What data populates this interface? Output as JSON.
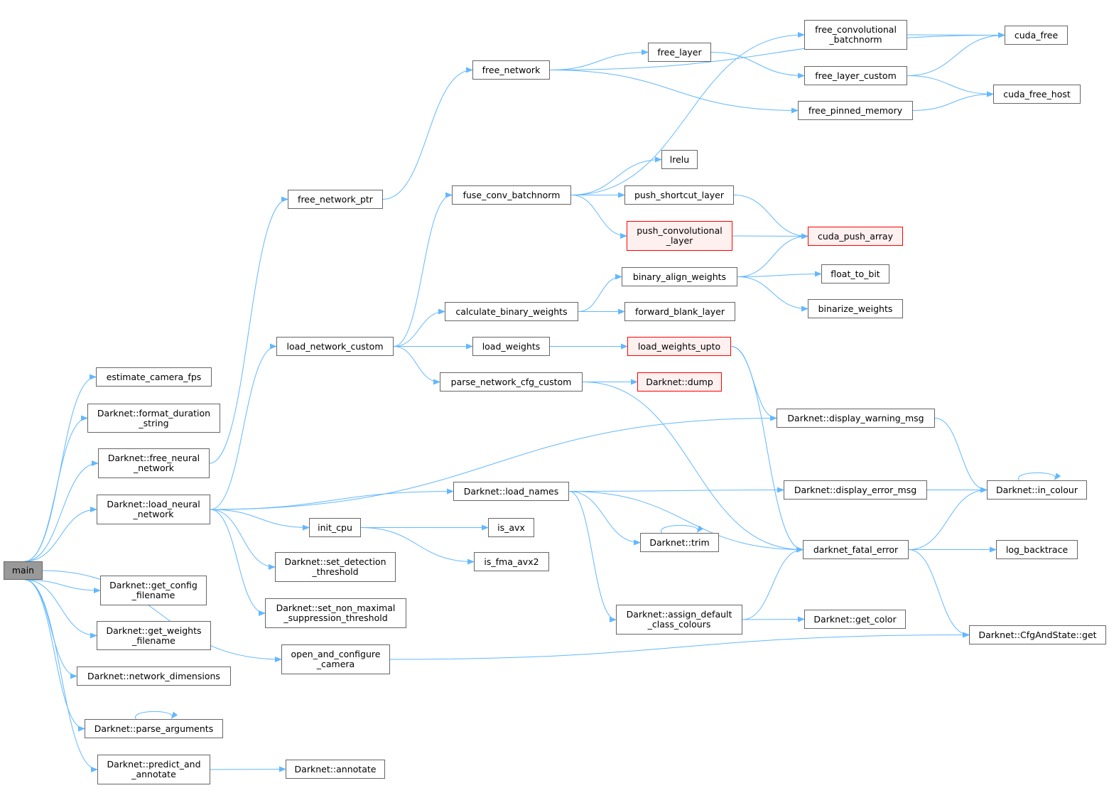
{
  "colors": {
    "edge": "#63b8ff",
    "root_fill": "#999999",
    "alert_border": "#ff0000",
    "alert_fill": "#fff0f0"
  },
  "nodes": [
    {
      "id": "main",
      "lines": [
        "main"
      ],
      "style": "root"
    },
    {
      "id": "estimate_camera_fps",
      "lines": [
        "estimate_camera_fps"
      ]
    },
    {
      "id": "format_duration_string",
      "lines": [
        "Darknet::format_duration",
        "_string"
      ]
    },
    {
      "id": "free_neural_network",
      "lines": [
        "Darknet::free_neural",
        "_network"
      ]
    },
    {
      "id": "load_neural_network",
      "lines": [
        "Darknet::load_neural",
        "_network"
      ]
    },
    {
      "id": "get_config_filename",
      "lines": [
        "Darknet::get_config",
        "_filename"
      ]
    },
    {
      "id": "get_weights_filename",
      "lines": [
        "Darknet::get_weights",
        "_filename"
      ]
    },
    {
      "id": "network_dimensions",
      "lines": [
        "Darknet::network_dimensions"
      ]
    },
    {
      "id": "parse_arguments",
      "lines": [
        "Darknet::parse_arguments"
      ]
    },
    {
      "id": "predict_and_annotate",
      "lines": [
        "Darknet::predict_and",
        "_annotate"
      ]
    },
    {
      "id": "free_network_ptr",
      "lines": [
        "free_network_ptr"
      ]
    },
    {
      "id": "load_network_custom",
      "lines": [
        "load_network_custom"
      ]
    },
    {
      "id": "set_detection_threshold",
      "lines": [
        "Darknet::set_detection",
        "_threshold"
      ]
    },
    {
      "id": "set_nms_threshold",
      "lines": [
        "Darknet::set_non_maximal",
        "_suppression_threshold"
      ]
    },
    {
      "id": "open_and_configure_camera",
      "lines": [
        "open_and_configure",
        "_camera"
      ]
    },
    {
      "id": "annotate",
      "lines": [
        "Darknet::annotate"
      ]
    },
    {
      "id": "init_cpu",
      "lines": [
        "init_cpu"
      ]
    },
    {
      "id": "free_network",
      "lines": [
        "free_network"
      ]
    },
    {
      "id": "fuse_conv_batchnorm",
      "lines": [
        "fuse_conv_batchnorm"
      ]
    },
    {
      "id": "calculate_binary_weights",
      "lines": [
        "calculate_binary_weights"
      ]
    },
    {
      "id": "load_weights",
      "lines": [
        "load_weights"
      ]
    },
    {
      "id": "parse_network_cfg_custom",
      "lines": [
        "parse_network_cfg_custom"
      ]
    },
    {
      "id": "load_names",
      "lines": [
        "Darknet::load_names"
      ]
    },
    {
      "id": "is_avx",
      "lines": [
        "is_avx"
      ]
    },
    {
      "id": "is_fma_avx2",
      "lines": [
        "is_fma_avx2"
      ]
    },
    {
      "id": "free_layer",
      "lines": [
        "free_layer"
      ]
    },
    {
      "id": "lrelu",
      "lines": [
        "lrelu"
      ]
    },
    {
      "id": "push_shortcut_layer",
      "lines": [
        "push_shortcut_layer"
      ]
    },
    {
      "id": "push_convolutional_layer",
      "lines": [
        "push_convolutional",
        "_layer"
      ],
      "style": "red"
    },
    {
      "id": "binary_align_weights",
      "lines": [
        "binary_align_weights"
      ]
    },
    {
      "id": "forward_blank_layer",
      "lines": [
        "forward_blank_layer"
      ]
    },
    {
      "id": "load_weights_upto",
      "lines": [
        "load_weights_upto"
      ],
      "style": "red"
    },
    {
      "id": "dump",
      "lines": [
        "Darknet::dump"
      ],
      "style": "red"
    },
    {
      "id": "trim",
      "lines": [
        "Darknet::trim"
      ]
    },
    {
      "id": "assign_default_class_colours",
      "lines": [
        "Darknet::assign_default",
        "_class_colours"
      ]
    },
    {
      "id": "free_convolutional_batchnorm",
      "lines": [
        "free_convolutional",
        "_batchnorm"
      ]
    },
    {
      "id": "free_layer_custom",
      "lines": [
        "free_layer_custom"
      ]
    },
    {
      "id": "free_pinned_memory",
      "lines": [
        "free_pinned_memory"
      ]
    },
    {
      "id": "cuda_push_array",
      "lines": [
        "cuda_push_array"
      ],
      "style": "red"
    },
    {
      "id": "float_to_bit",
      "lines": [
        "float_to_bit"
      ]
    },
    {
      "id": "binarize_weights",
      "lines": [
        "binarize_weights"
      ]
    },
    {
      "id": "display_warning_msg",
      "lines": [
        "Darknet::display_warning_msg"
      ]
    },
    {
      "id": "display_error_msg",
      "lines": [
        "Darknet::display_error_msg"
      ]
    },
    {
      "id": "darknet_fatal_error",
      "lines": [
        "darknet_fatal_error"
      ]
    },
    {
      "id": "get_color",
      "lines": [
        "Darknet::get_color"
      ]
    },
    {
      "id": "cuda_free",
      "lines": [
        "cuda_free"
      ]
    },
    {
      "id": "cuda_free_host",
      "lines": [
        "cuda_free_host"
      ]
    },
    {
      "id": "in_colour",
      "lines": [
        "Darknet::in_colour"
      ]
    },
    {
      "id": "log_backtrace",
      "lines": [
        "log_backtrace"
      ]
    },
    {
      "id": "cfg_get",
      "lines": [
        "Darknet::CfgAndState::get"
      ]
    }
  ],
  "edges": [
    [
      "main",
      "estimate_camera_fps"
    ],
    [
      "main",
      "format_duration_string"
    ],
    [
      "main",
      "free_neural_network"
    ],
    [
      "main",
      "load_neural_network"
    ],
    [
      "main",
      "get_config_filename"
    ],
    [
      "main",
      "get_weights_filename"
    ],
    [
      "main",
      "network_dimensions"
    ],
    [
      "main",
      "parse_arguments"
    ],
    [
      "main",
      "predict_and_annotate"
    ],
    [
      "main",
      "open_and_configure_camera"
    ],
    [
      "free_neural_network",
      "free_network_ptr"
    ],
    [
      "load_neural_network",
      "load_network_custom"
    ],
    [
      "load_neural_network",
      "display_warning_msg"
    ],
    [
      "load_neural_network",
      "load_names"
    ],
    [
      "load_neural_network",
      "init_cpu"
    ],
    [
      "load_neural_network",
      "set_detection_threshold"
    ],
    [
      "load_neural_network",
      "set_nms_threshold"
    ],
    [
      "predict_and_annotate",
      "annotate"
    ],
    [
      "parse_arguments",
      "parse_arguments"
    ],
    [
      "open_and_configure_camera",
      "cfg_get"
    ],
    [
      "free_network_ptr",
      "free_network"
    ],
    [
      "load_network_custom",
      "fuse_conv_batchnorm"
    ],
    [
      "load_network_custom",
      "calculate_binary_weights"
    ],
    [
      "load_network_custom",
      "load_weights"
    ],
    [
      "load_network_custom",
      "parse_network_cfg_custom"
    ],
    [
      "init_cpu",
      "is_avx"
    ],
    [
      "init_cpu",
      "is_fma_avx2"
    ],
    [
      "free_network",
      "cuda_free"
    ],
    [
      "free_network",
      "free_layer"
    ],
    [
      "free_network",
      "free_pinned_memory"
    ],
    [
      "fuse_conv_batchnorm",
      "free_convolutional_batchnorm"
    ],
    [
      "fuse_conv_batchnorm",
      "lrelu"
    ],
    [
      "fuse_conv_batchnorm",
      "push_shortcut_layer"
    ],
    [
      "fuse_conv_batchnorm",
      "push_convolutional_layer"
    ],
    [
      "calculate_binary_weights",
      "binary_align_weights"
    ],
    [
      "calculate_binary_weights",
      "forward_blank_layer"
    ],
    [
      "load_weights",
      "load_weights_upto"
    ],
    [
      "parse_network_cfg_custom",
      "dump"
    ],
    [
      "parse_network_cfg_custom",
      "darknet_fatal_error"
    ],
    [
      "load_names",
      "display_error_msg"
    ],
    [
      "load_names",
      "trim"
    ],
    [
      "load_names",
      "darknet_fatal_error"
    ],
    [
      "load_names",
      "assign_default_class_colours"
    ],
    [
      "free_layer",
      "free_layer_custom"
    ],
    [
      "push_shortcut_layer",
      "cuda_push_array"
    ],
    [
      "push_convolutional_layer",
      "cuda_push_array"
    ],
    [
      "binary_align_weights",
      "cuda_push_array"
    ],
    [
      "binary_align_weights",
      "float_to_bit"
    ],
    [
      "binary_align_weights",
      "binarize_weights"
    ],
    [
      "load_weights_upto",
      "display_warning_msg"
    ],
    [
      "load_weights_upto",
      "darknet_fatal_error"
    ],
    [
      "trim",
      "trim"
    ],
    [
      "assign_default_class_colours",
      "darknet_fatal_error"
    ],
    [
      "assign_default_class_colours",
      "get_color"
    ],
    [
      "free_convolutional_batchnorm",
      "cuda_free"
    ],
    [
      "free_layer_custom",
      "cuda_free"
    ],
    [
      "free_layer_custom",
      "cuda_free_host"
    ],
    [
      "free_pinned_memory",
      "cuda_free_host"
    ],
    [
      "display_warning_msg",
      "in_colour"
    ],
    [
      "display_error_msg",
      "in_colour"
    ],
    [
      "darknet_fatal_error",
      "in_colour"
    ],
    [
      "darknet_fatal_error",
      "log_backtrace"
    ],
    [
      "darknet_fatal_error",
      "cfg_get"
    ],
    [
      "in_colour",
      "in_colour"
    ]
  ]
}
